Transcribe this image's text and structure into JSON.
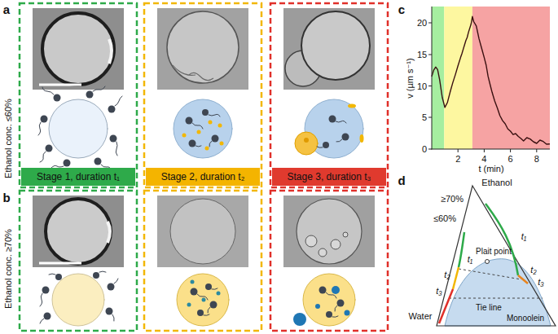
{
  "diagram": {
    "nodes": [
      {
        "text": [
          "Stage 1, duration t₁"
        ]
      },
      {
        "text": [
          "Stage 2, duration t₂"
        ]
      },
      {
        "text": [
          "Stage 3, duration t₃"
        ]
      }
    ],
    "labels": [
      "a",
      "Ethanol conc. ≤60%",
      "b",
      "Ethanol conc. ≥70%",
      "c",
      "v (µm s⁻¹)",
      "0",
      "5",
      "10",
      "15",
      "20",
      "2",
      "4",
      "6",
      "8",
      "t (min)",
      "d",
      "Ethanol",
      "≥70%",
      "≤60%",
      "Plait point",
      "t₁",
      "t₁",
      "t₂",
      "t₃",
      "t₂",
      "t₃",
      "Tie line",
      "Water",
      "Monoolein"
    ]
  }
}
